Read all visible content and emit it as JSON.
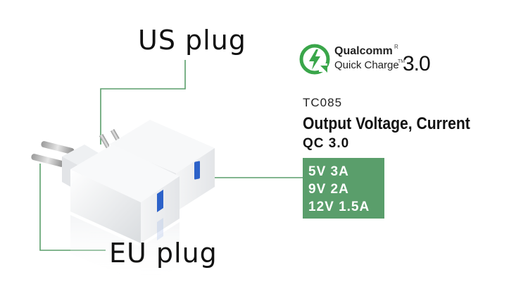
{
  "labels": {
    "us_plug": "US plug",
    "eu_plug": "EU plug"
  },
  "logo": {
    "brand": "Qualcomm",
    "registered_mark": "R",
    "product": "Quick Charge",
    "trademark": "TM",
    "version": "3.0"
  },
  "specs": {
    "model": "TC085",
    "heading": "Output Voltage, Current",
    "standard": "QC 3.0",
    "outputs": [
      "5V 3A",
      "9V 2A",
      "12V 1.5A"
    ]
  },
  "colors": {
    "spec_box": "#5a9e6b",
    "callout_line": "#5a9e6b",
    "logo_green": "#3aa64a",
    "usb_port": "#2d62c9"
  }
}
